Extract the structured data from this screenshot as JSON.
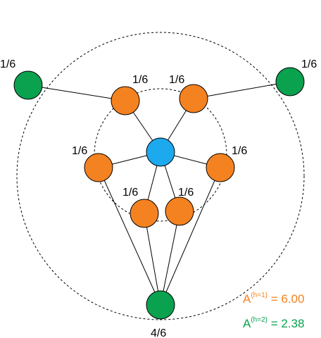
{
  "colors": {
    "center": "#1ca9ee",
    "inner": "#f58220",
    "outer": "#0aa14f",
    "edge": "#000000",
    "circle": "#000000",
    "background": "#ffffff"
  },
  "labels": {
    "outer_left": "1/6",
    "outer_right": "1/6",
    "outer_bottom": "4/6",
    "inner_top_left": "1/6",
    "inner_top_right": "1/6",
    "inner_left": "1/6",
    "inner_right": "1/6",
    "inner_bottom_left": "1/6",
    "inner_bottom_right": "1/6"
  },
  "metrics": {
    "m1": {
      "base": "A",
      "sup": "(h=1)",
      "rest": " = 6.00"
    },
    "m2": {
      "base": "A",
      "sup": "(h=2)",
      "rest": " = 2.38"
    }
  }
}
